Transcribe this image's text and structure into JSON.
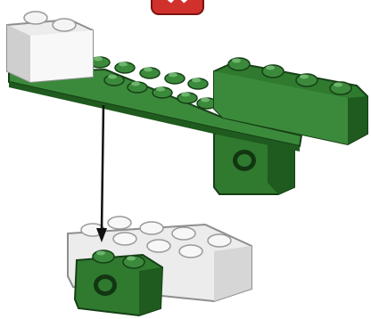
{
  "figure": {
    "step_badge": {
      "icon": "red-step-badge"
    },
    "parts": [
      {
        "name": "white-brick-2x1",
        "color": "#ececec"
      },
      {
        "name": "green-plate-long",
        "color": "#3b8a3b"
      },
      {
        "name": "green-brick-1x4",
        "color": "#3b8a3b"
      },
      {
        "name": "green-technic-brick-1x2",
        "color": "#3b8a3b"
      },
      {
        "name": "white-base-brick-2x3",
        "color": "#ececec"
      },
      {
        "name": "green-technic-brick-small",
        "color": "#3b8a3b"
      }
    ],
    "assembly_arrow": {
      "icon": "down-arrow-icon",
      "color": "#111111"
    },
    "colors": {
      "green_dark": "#1f5a1f",
      "green_mid": "#3b8a3b",
      "green_light": "#6db56d",
      "white_shade": "#bdbdbd",
      "white_light": "#f6f6f6",
      "badge_red": "#d0312d"
    }
  }
}
